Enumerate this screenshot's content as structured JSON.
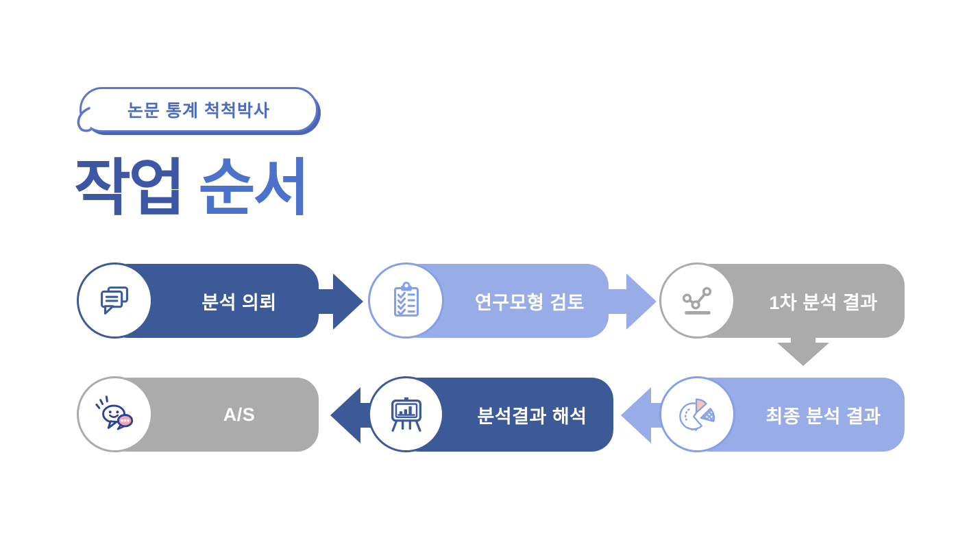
{
  "badge": {
    "label": "논문 통계 척척박사"
  },
  "title": {
    "full": "작업 순서",
    "part1": "작업",
    "part2": "순서"
  },
  "flow": {
    "steps": [
      {
        "order": 1,
        "label": "분석 의뢰",
        "icon": "chat-bubbles-icon",
        "variant": "dark-blue",
        "color": "#3C5A97"
      },
      {
        "order": 2,
        "label": "연구모형 검토",
        "icon": "clipboard-checklist-icon",
        "variant": "light-blue",
        "color": "#98ACE7"
      },
      {
        "order": 3,
        "label": "1차 분석 결과",
        "icon": "line-chart-icon",
        "variant": "gray",
        "color": "#ABABAB"
      },
      {
        "order": 4,
        "label": "최종 분석 결과",
        "icon": "pie-chart-icon",
        "variant": "light-blue",
        "color": "#98ACE7"
      },
      {
        "order": 5,
        "label": "분석결과 해석",
        "icon": "presentation-easel-icon",
        "variant": "dark-blue",
        "color": "#3C5A97"
      },
      {
        "order": 6,
        "label": "A/S",
        "icon": "smiley-chat-icon",
        "variant": "gray",
        "color": "#ABABAB"
      }
    ],
    "arrows": [
      {
        "from": "분석 의뢰",
        "to": "연구모형 검토",
        "direction": "right",
        "color": "#3C5A97"
      },
      {
        "from": "연구모형 검토",
        "to": "1차 분석 결과",
        "direction": "right",
        "color": "#98ACE7"
      },
      {
        "from": "1차 분석 결과",
        "to": "최종 분석 결과",
        "direction": "down",
        "color": "#ABABAB"
      },
      {
        "from": "최종 분석 결과",
        "to": "분석결과 해석",
        "direction": "left",
        "color": "#98ACE7"
      },
      {
        "from": "분석결과 해석",
        "to": "A/S",
        "direction": "left",
        "color": "#3C5A97"
      }
    ]
  },
  "colors": {
    "dark_blue": "#3C5A97",
    "light_blue": "#98ACE7",
    "light_blue_icon": "#84A0E8",
    "gray": "#ABABAB",
    "title_dark": "#3D57A5",
    "title_light": "#4B73CB",
    "badge_border": "#5B76CA",
    "badge_text": "#4A6BC4",
    "badge_shadow": "#4C63B6",
    "smiley_outline": "#2A4398",
    "pink_bubble": "#F2A6B4",
    "salmon_slice": "#F9C5B2",
    "background": "#FFFFFF"
  }
}
